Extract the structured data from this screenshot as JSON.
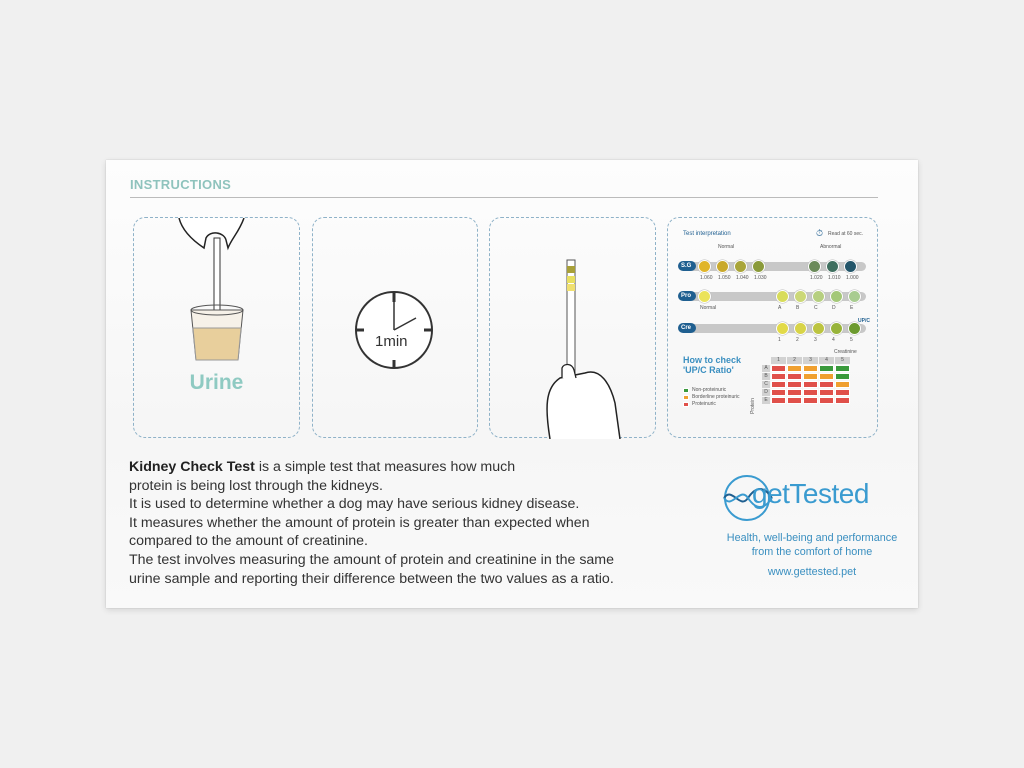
{
  "section_title": "INSTRUCTIONS",
  "panel1": {
    "label": "Urine"
  },
  "panel2": {
    "clock_label": "1min"
  },
  "panel4": {
    "title": "Test interpretation",
    "timer": "Read at 60 sec.",
    "normal": "Normal",
    "abnormal": "Abnormal",
    "sg": {
      "label": "S.G",
      "values": [
        "1.060",
        "1.050",
        "1.040",
        "1.030",
        "1.020",
        "1.010",
        "1.000"
      ],
      "colors": [
        "#e0b52a",
        "#c9a92c",
        "#a9a53a",
        "#8a9a3a",
        "#6b8a5a",
        "#3f6f5f",
        "#24566a"
      ]
    },
    "pro": {
      "label": "Pro",
      "values": [
        "Normal",
        "A",
        "B",
        "C",
        "D",
        "E"
      ],
      "colors": [
        "#ebe35a",
        "#d8dc5a",
        "#ccd878",
        "#b6cf80",
        "#a4c878",
        "#a8cc90"
      ]
    },
    "upc": "UP/C",
    "cre": {
      "label": "Cre",
      "values": [
        "1",
        "2",
        "3",
        "4",
        "5"
      ],
      "colors": [
        "#e2da48",
        "#d8d448",
        "#bcc440",
        "#98b43a",
        "#6c9a2e"
      ]
    },
    "how_to": "How to check",
    "ratio": "'UP/C Ratio'",
    "creatinine": "Creatinine",
    "protein": "Protein",
    "cols": [
      "1",
      "2",
      "3",
      "4",
      "5"
    ],
    "rows": [
      "A",
      "B",
      "C",
      "D",
      "E"
    ],
    "grid": [
      [
        "R",
        "O",
        "O",
        "G",
        "G"
      ],
      [
        "R",
        "R",
        "O",
        "O",
        "G"
      ],
      [
        "R",
        "R",
        "R",
        "R",
        "O"
      ],
      [
        "R",
        "R",
        "R",
        "R",
        "R"
      ],
      [
        "R",
        "R",
        "R",
        "R",
        "R"
      ]
    ],
    "legend": [
      {
        "label": "Non-proteinuric",
        "color": "#3a9a3c"
      },
      {
        "label": "Borderline proteinuric",
        "color": "#f0a030"
      },
      {
        "label": "Proteinuric",
        "color": "#e0504a"
      }
    ]
  },
  "description": {
    "bold": "Kidney Check Test",
    "lines": [
      " is a simple test that measures how much",
      "protein is being lost through the kidneys.",
      "It is used to determine whether a dog may have serious kidney disease.",
      "It measures whether the amount of protein is greater than expected when",
      "compared to the amount of creatinine.",
      "The test involves measuring the amount of protein and creatinine in the same",
      "urine sample and reporting their difference between the two values as a ratio."
    ]
  },
  "brand": {
    "name": "getTested",
    "tagline1": "Health, well-being and performance",
    "tagline2": "from the comfort of home",
    "url": "www.gettested.pet",
    "color": "#3a9bd0"
  }
}
